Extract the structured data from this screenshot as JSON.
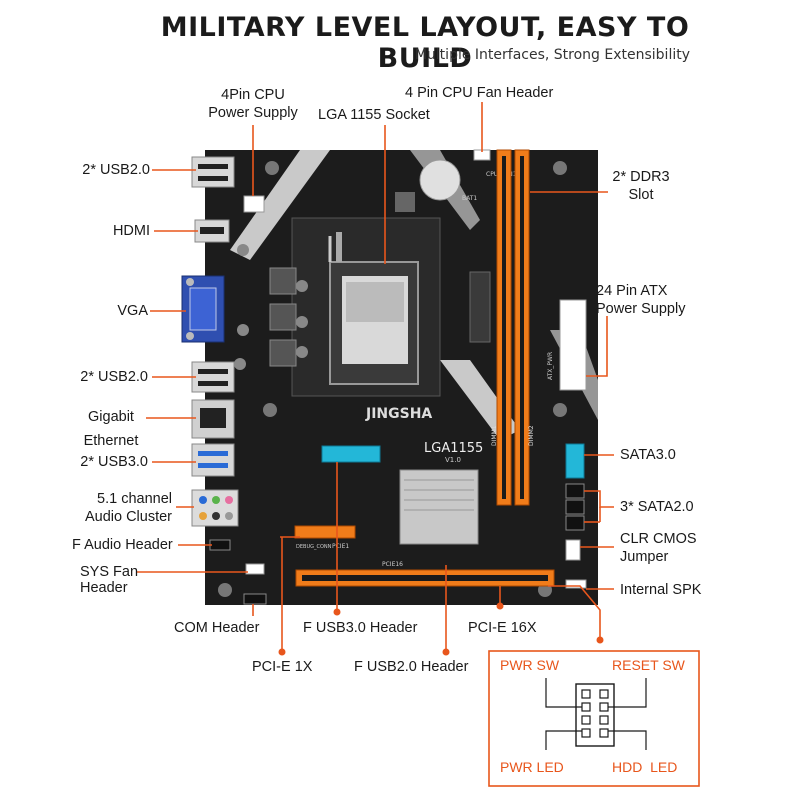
{
  "header": {
    "title": "MILITARY LEVEL LAYOUT, EASY TO BUILD",
    "subtitle": "Multiple Interfaces, Strong Extensibility"
  },
  "colors": {
    "accent": "#e8561c",
    "board": "#1c1c1c",
    "dimm": "#f07c1a",
    "sata": "#23b7d8"
  },
  "board": {
    "brand": "JINGSHA",
    "socket_print": "LGA1155",
    "socket_version": "V1.0",
    "dimm1": "DIMM1",
    "dimm2": "DIMM2",
    "atx": "ATX_PWR",
    "cpu_fan": "CPU_FAN1",
    "bat": "BAT1",
    "pcie16": "PCIE16",
    "pcie1": "PCIE1",
    "debug": "DEBUG_CONN"
  },
  "labels": {
    "cpu_power": [
      "4Pin CPU",
      "Power Supply"
    ],
    "cpu_fan": "4 Pin CPU Fan Header",
    "socket": "LGA 1155 Socket",
    "usb_top": "2* USB2.0",
    "hdmi": "HDMI",
    "vga": "VGA",
    "usb_mid": "2* USB2.0",
    "ethernet": [
      "Gigabit",
      "Ethernet"
    ],
    "usb3": "2* USB3.0",
    "audio": [
      "5.1 channel",
      "Audio Cluster"
    ],
    "f_audio": "F Audio Header",
    "sys_fan": [
      "SYS Fan",
      "Header"
    ],
    "com": "COM Header",
    "f_usb3": "F USB3.0 Header",
    "pcie16": "PCI-E 16X",
    "pcie1": "PCI-E 1X",
    "f_usb2": "F USB2.0 Header",
    "ddr3": [
      "2* DDR3",
      "Slot"
    ],
    "atx": [
      "24 Pin ATX",
      "Power Supply"
    ],
    "sata3": "SATA3.0",
    "sata2": "3* SATA2.0",
    "clr_cmos": [
      "CLR CMOS",
      "Jumper"
    ],
    "spk": "Internal SPK"
  },
  "front_panel": {
    "pwr_sw": "PWR SW",
    "reset_sw": "RESET SW",
    "pwr_led": "PWR LED",
    "hdd_led": "HDD  LED"
  }
}
